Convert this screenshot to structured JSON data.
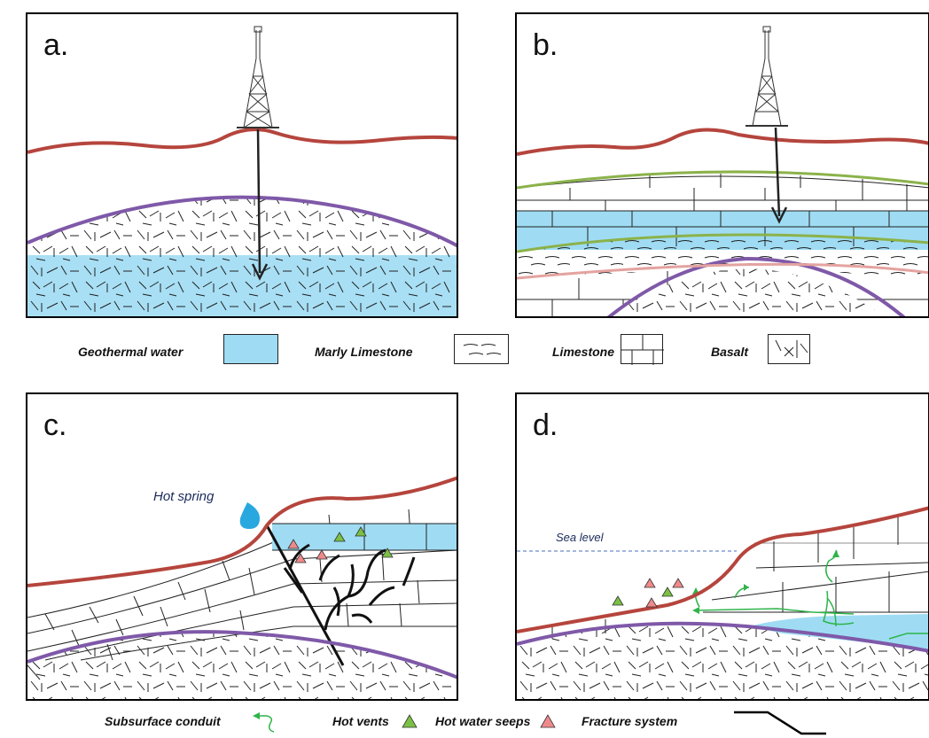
{
  "panels": {
    "a": {
      "label": "a."
    },
    "b": {
      "label": "b."
    },
    "c": {
      "label": "c.",
      "hot_spring_label": "Hot spring"
    },
    "d": {
      "label": "d.",
      "sea_level_label": "Sea level"
    }
  },
  "legend_top": {
    "geothermal_water": "Geothermal water",
    "marly_limestone": "Marly Limestone",
    "limestone": "Limestone",
    "basalt": "Basalt"
  },
  "legend_bottom": {
    "subsurface_conduit": "Subsurface conduit",
    "hot_vents": "Hot vents",
    "hot_water_seeps": "Hot water seeps",
    "fracture_system": "Fracture system"
  },
  "colors": {
    "surface_line": "#b5453d",
    "basalt_top_line": "#7f59a8",
    "limestone_boundary_line": "#8bb24a",
    "marly_bottom_line": "#e4a3a0",
    "geothermal_water_fill": "#9fdcf3",
    "hot_vent_fill": "#7ac143",
    "hot_water_seep_fill": "#f08a8a",
    "conduit_color": "#2fb44a",
    "sea_level_color": "#4a6fb8",
    "spring_drop_color": "#29a8e0"
  }
}
